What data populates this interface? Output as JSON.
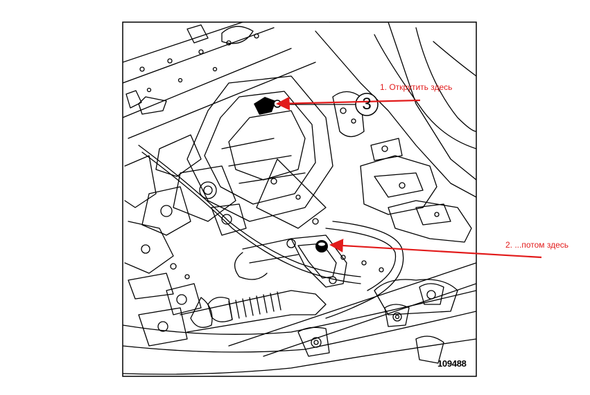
{
  "figure": {
    "number": "109488",
    "callout": "3"
  },
  "annotations": {
    "step1": "1. Открутить здесь",
    "step2": "2. ...потом здесь"
  },
  "colors": {
    "annotation": "#e21b1b",
    "line_art": "#000000",
    "background": "#ffffff"
  }
}
